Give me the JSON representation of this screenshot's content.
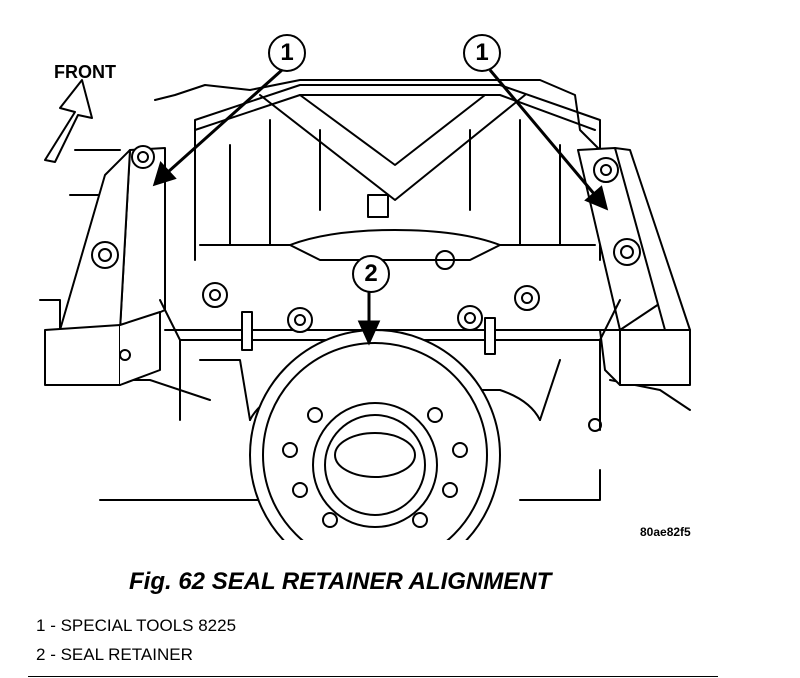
{
  "figure": {
    "front_label": "FRONT",
    "callouts": [
      "1",
      "1",
      "2"
    ],
    "code": "80ae82f5",
    "caption": "Fig. 62 SEAL RETAINER ALIGNMENT"
  },
  "legend": [
    {
      "num": "1",
      "text": "- SPECIAL TOOLS 8225"
    },
    {
      "num": "2",
      "text": "- SEAL RETAINER"
    }
  ]
}
